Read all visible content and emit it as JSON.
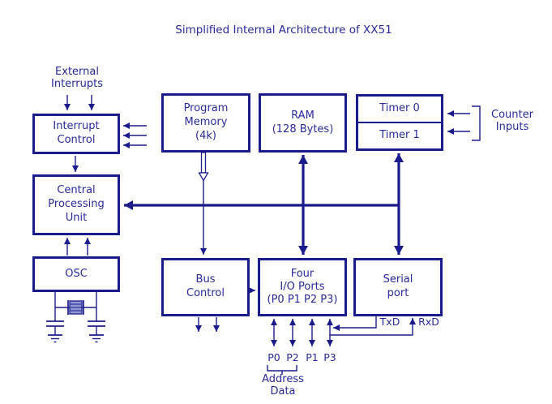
{
  "title": "Simplified Internal Architecture of XX51",
  "colors": {
    "ink": "#1b1b8c",
    "text": "#29299a",
    "crystal_fill": "#9298d4",
    "background": "#ffffff"
  },
  "boxes": {
    "interrupt_control": "Interrupt\nControl",
    "cpu": "Central\nProcessing\nUnit",
    "osc": "OSC",
    "program_memory": "Program\nMemory\n(4k)",
    "ram": "RAM\n(128 Bytes)",
    "timer0": "Timer 0",
    "timer1": "Timer 1",
    "bus_control": "Bus\nControl",
    "io_ports": "Four\nI/O Ports\n(P0 P1 P2 P3)",
    "serial_port": "Serial\nport"
  },
  "labels": {
    "external_interrupts": "External\nInterrupts",
    "counter_inputs": "Counter\nInputs",
    "txd": "TxD",
    "rxd": "RxD",
    "address_data": "Address\nData"
  },
  "port_pins": [
    "P0",
    "P2",
    "P1",
    "P3"
  ]
}
